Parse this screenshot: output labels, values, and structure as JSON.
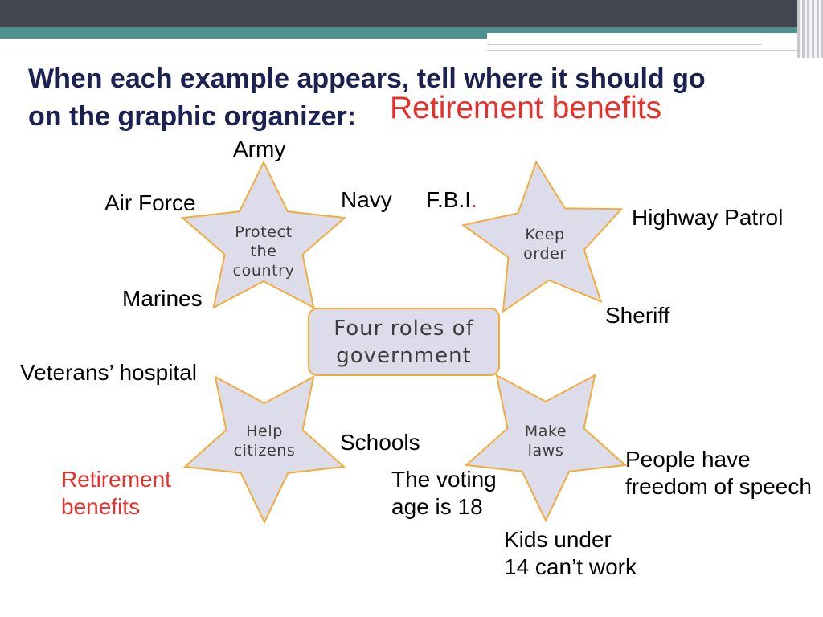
{
  "theme": {
    "colors": {
      "header_dark": "#434551",
      "header_teal": "#4e918e",
      "title": "#1b2150",
      "highlight_red": "#e8302b",
      "shape_fill": "#dcdcea",
      "shape_border": "#f0ac3c",
      "shape_text": "#3c3c3c",
      "label_text": "#000000"
    }
  },
  "slide": {
    "title_lines": [
      "When each example appears, tell where it should go",
      "on the graphic organizer:"
    ],
    "current_example": "Retirement benefits"
  },
  "organizer": {
    "center": {
      "lines": [
        "Four roles of",
        "government"
      ]
    },
    "roles": {
      "protect": {
        "lines": [
          "Protect",
          "the",
          "country"
        ]
      },
      "keep_order": {
        "lines": [
          "Keep",
          "order"
        ]
      },
      "help": {
        "lines": [
          "Help",
          "citizens"
        ]
      },
      "make_laws": {
        "lines": [
          "Make",
          "laws"
        ]
      }
    }
  },
  "examples": {
    "army": {
      "text": "Army"
    },
    "air_force": {
      "text": "Air Force"
    },
    "navy": {
      "text": "Navy"
    },
    "fbi": {
      "text": "F.B.I",
      "trailing_mark": "."
    },
    "highway_patrol": {
      "text": "Highway Patrol"
    },
    "marines": {
      "text": "Marines"
    },
    "sheriff": {
      "text": "Sheriff"
    },
    "veterans_hospital": {
      "text": "Veterans’ hospital"
    },
    "schools": {
      "text": "Schools"
    },
    "retirement_benefits": {
      "lines": [
        "Retirement",
        "benefits"
      ]
    },
    "voting_age": {
      "lines": [
        "The voting",
        "age is 18"
      ]
    },
    "free_speech": {
      "lines": [
        "People have",
        "freedom of speech"
      ]
    },
    "child_labor": {
      "lines": [
        "Kids under",
        "14 can’t work"
      ]
    }
  }
}
